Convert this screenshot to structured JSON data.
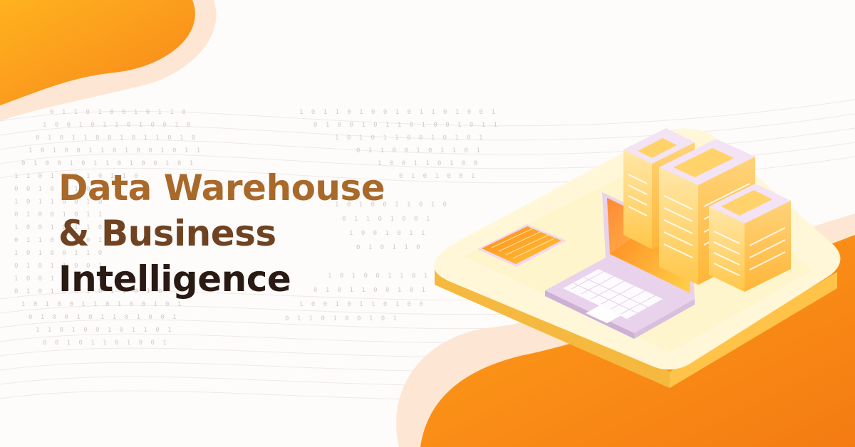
{
  "headline": {
    "line1": "Data Warehouse",
    "line2": "& Business",
    "line3": "Intelligence"
  },
  "colors": {
    "accent_orange": "#f7941d",
    "accent_yellow": "#ffc93c",
    "title_gold": "#a9692a",
    "title_brown": "#6f4322",
    "title_dark": "#2a1a14",
    "platform_cream": "#fff6d4",
    "server_lavender": "#eedcf2",
    "background": "#fdfcfb"
  },
  "icons": [
    "server-stack-icon",
    "laptop-icon",
    "tablet-icon",
    "platform-tile-icon"
  ]
}
